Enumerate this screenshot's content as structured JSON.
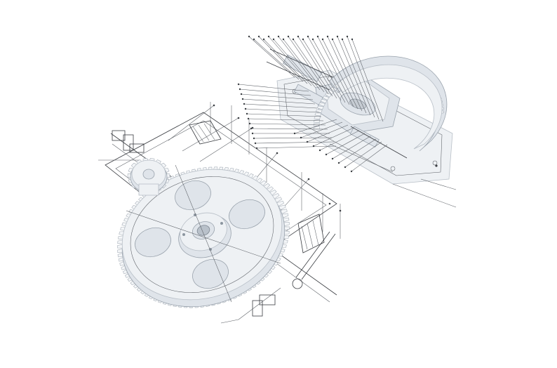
{
  "background": "#ffffff",
  "colors": {
    "ink": "#3a3d42",
    "gear_fill": "#eef1f4",
    "gear_shade": "#dfe4ea",
    "gear_edge": "#9aa3ad"
  },
  "illustration": {
    "objects": [
      "large-spur-gear-assembly",
      "pinion-gear",
      "half-gear-gearbox-assembly"
    ]
  }
}
